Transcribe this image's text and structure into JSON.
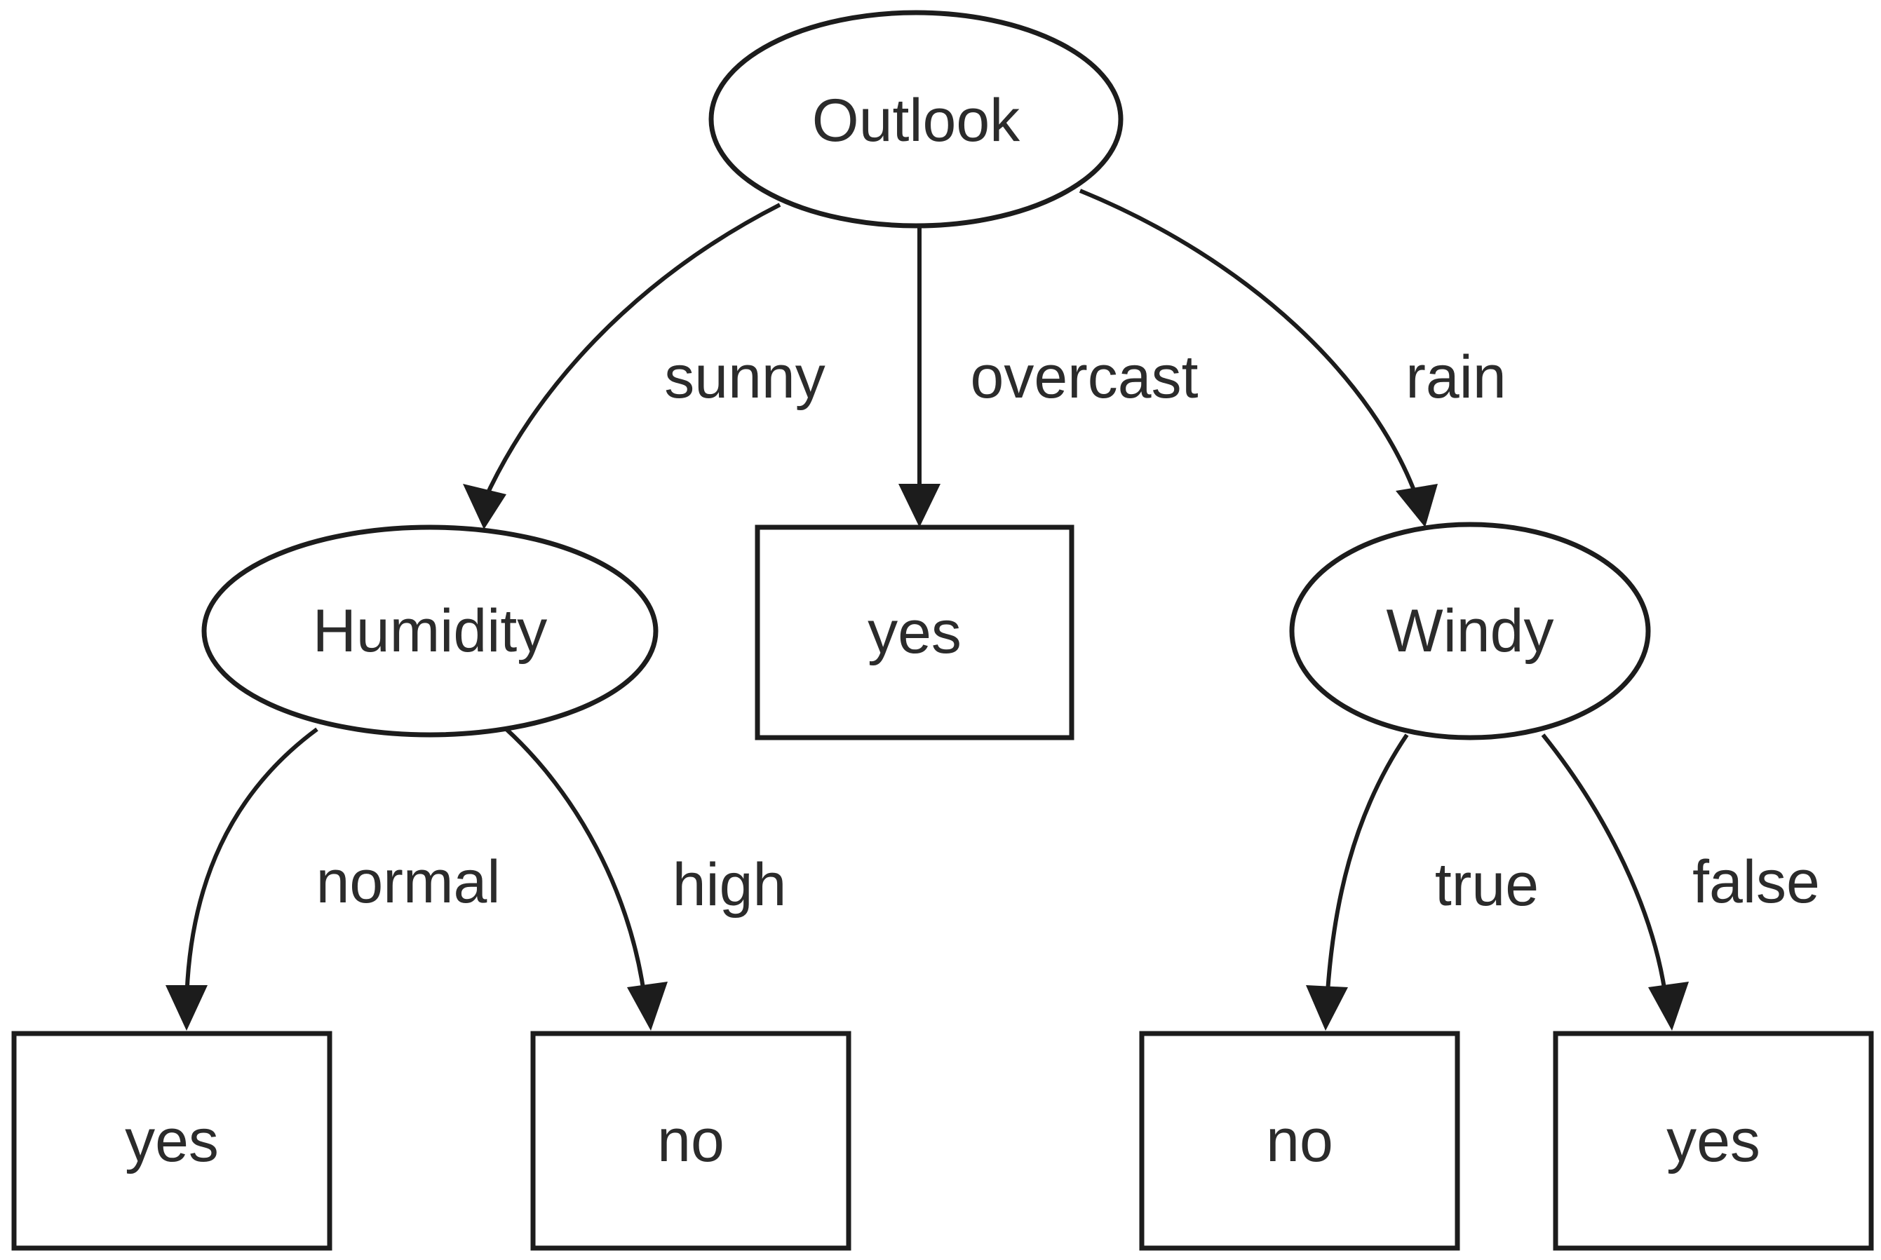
{
  "tree": {
    "root": {
      "label": "Outlook",
      "shape": "ellipse"
    },
    "nodes": {
      "humidity": {
        "label": "Humidity",
        "shape": "ellipse"
      },
      "overcast_leaf": {
        "label": "yes",
        "shape": "box"
      },
      "windy": {
        "label": "Windy",
        "shape": "ellipse"
      },
      "humidity_normal_leaf": {
        "label": "yes",
        "shape": "box"
      },
      "humidity_high_leaf": {
        "label": "no",
        "shape": "box"
      },
      "windy_true_leaf": {
        "label": "no",
        "shape": "box"
      },
      "windy_false_leaf": {
        "label": "yes",
        "shape": "box"
      }
    },
    "edges": {
      "sunny": {
        "label": "sunny",
        "from": "Outlook",
        "to": "Humidity"
      },
      "overcast": {
        "label": "overcast",
        "from": "Outlook",
        "to": "yes"
      },
      "rain": {
        "label": "rain",
        "from": "Outlook",
        "to": "Windy"
      },
      "normal": {
        "label": "normal",
        "from": "Humidity",
        "to": "yes"
      },
      "high": {
        "label": "high",
        "from": "Humidity",
        "to": "no"
      },
      "true": {
        "label": "true",
        "from": "Windy",
        "to": "no"
      },
      "false": {
        "label": "false",
        "from": "Windy",
        "to": "yes"
      }
    }
  },
  "colors": {
    "stroke": "#1c1c1c",
    "text": "#2b2b2b",
    "background": "#ffffff"
  }
}
